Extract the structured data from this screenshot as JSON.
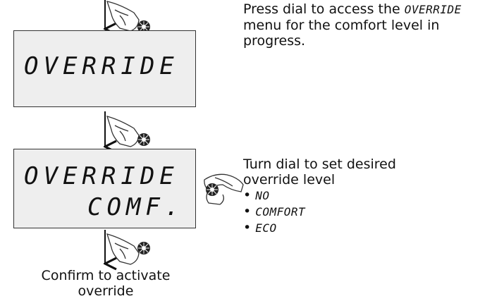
{
  "step1": {
    "instruction_prefix": "Press dial to access the",
    "instruction_keyword": "OVERRIDE",
    "instruction_line2": "menu for the comfort level in",
    "instruction_line3": "progress."
  },
  "display1": {
    "line1": "OVERRIDE"
  },
  "display2": {
    "line1": "OVERRIDE",
    "line2": "COMF."
  },
  "step2": {
    "instruction_line1": "Turn dial to set desired",
    "instruction_line2": "override level",
    "options": [
      "NO",
      "COMFORT",
      "ECO"
    ]
  },
  "step3": {
    "confirm_line1": "Confirm to activate",
    "confirm_line2": "override"
  }
}
